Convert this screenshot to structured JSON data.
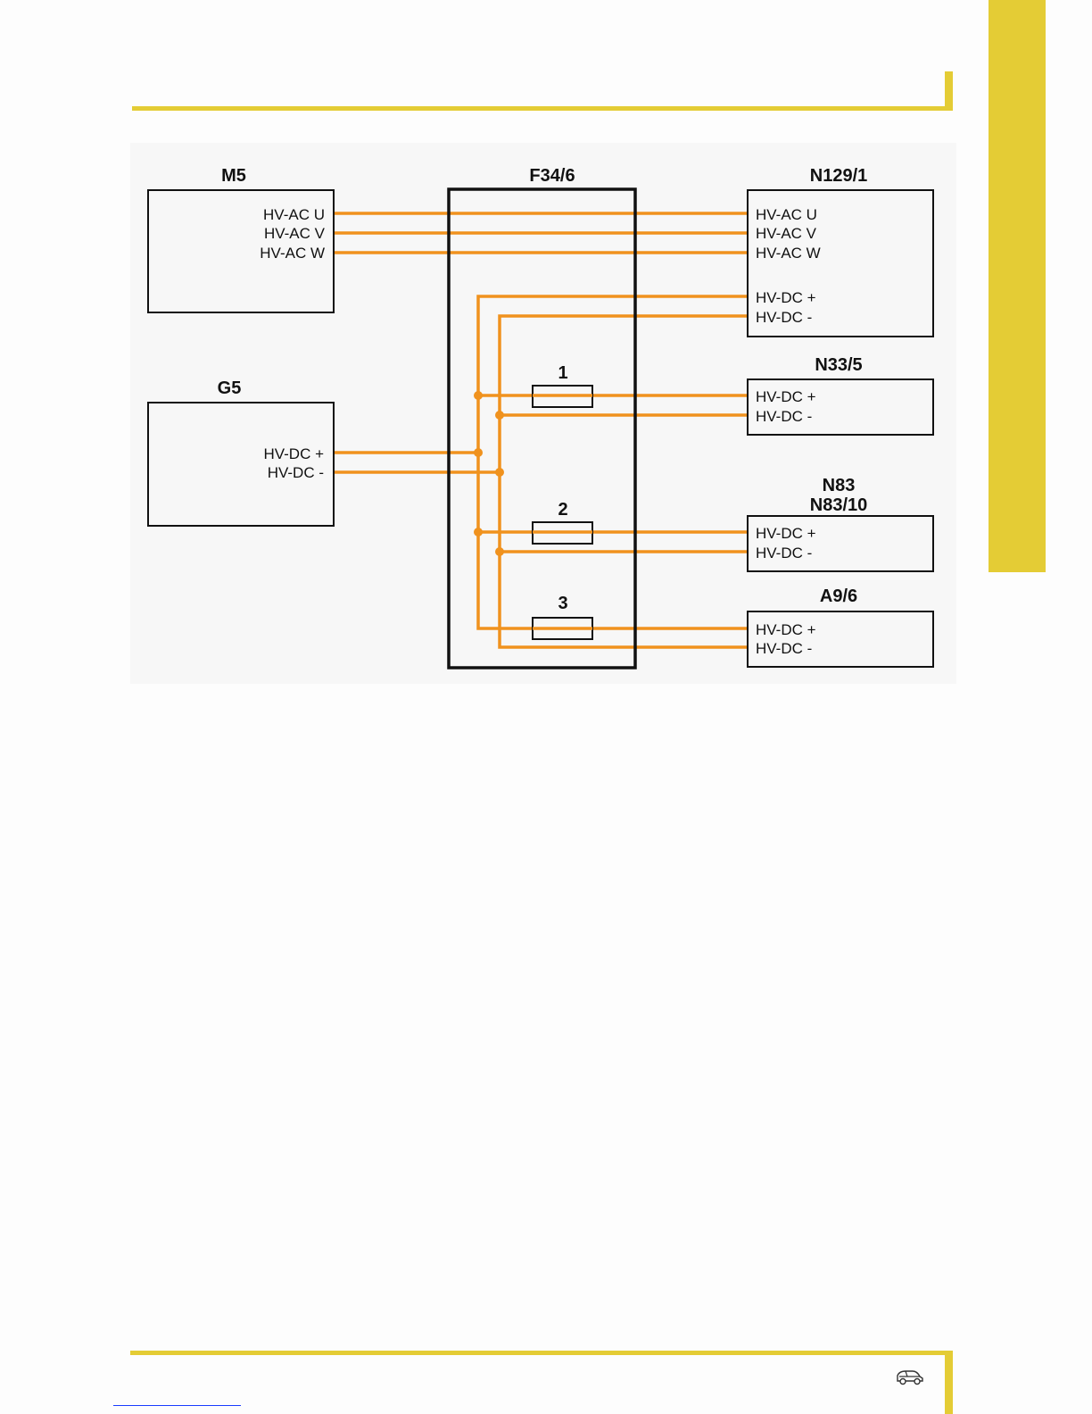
{
  "colors": {
    "accent": "#e4cc35",
    "wire": "#f0921e",
    "frame": "#111111"
  },
  "components": {
    "m5": {
      "title": "M5",
      "pins": [
        "HV-AC U",
        "HV-AC V",
        "HV-AC W"
      ]
    },
    "g5": {
      "title": "G5",
      "pins": [
        "HV-DC +",
        "HV-DC -"
      ]
    },
    "f34_6": {
      "title": "F34/6",
      "fuses": [
        "1",
        "2",
        "3"
      ]
    },
    "n129_1": {
      "title": "N129/1",
      "pins": [
        "HV-AC U",
        "HV-AC V",
        "HV-AC W",
        "HV-DC +",
        "HV-DC -"
      ]
    },
    "n33_5": {
      "title": "N33/5",
      "pins": [
        "HV-DC +",
        "HV-DC -"
      ]
    },
    "n83": {
      "title_line1": "N83",
      "title_line2": "N83/10",
      "pins": [
        "HV-DC +",
        "HV-DC -"
      ]
    },
    "a9_6": {
      "title": "A9/6",
      "pins": [
        "HV-DC +",
        "HV-DC -"
      ]
    }
  },
  "footer": {
    "icon": "car-icon"
  }
}
